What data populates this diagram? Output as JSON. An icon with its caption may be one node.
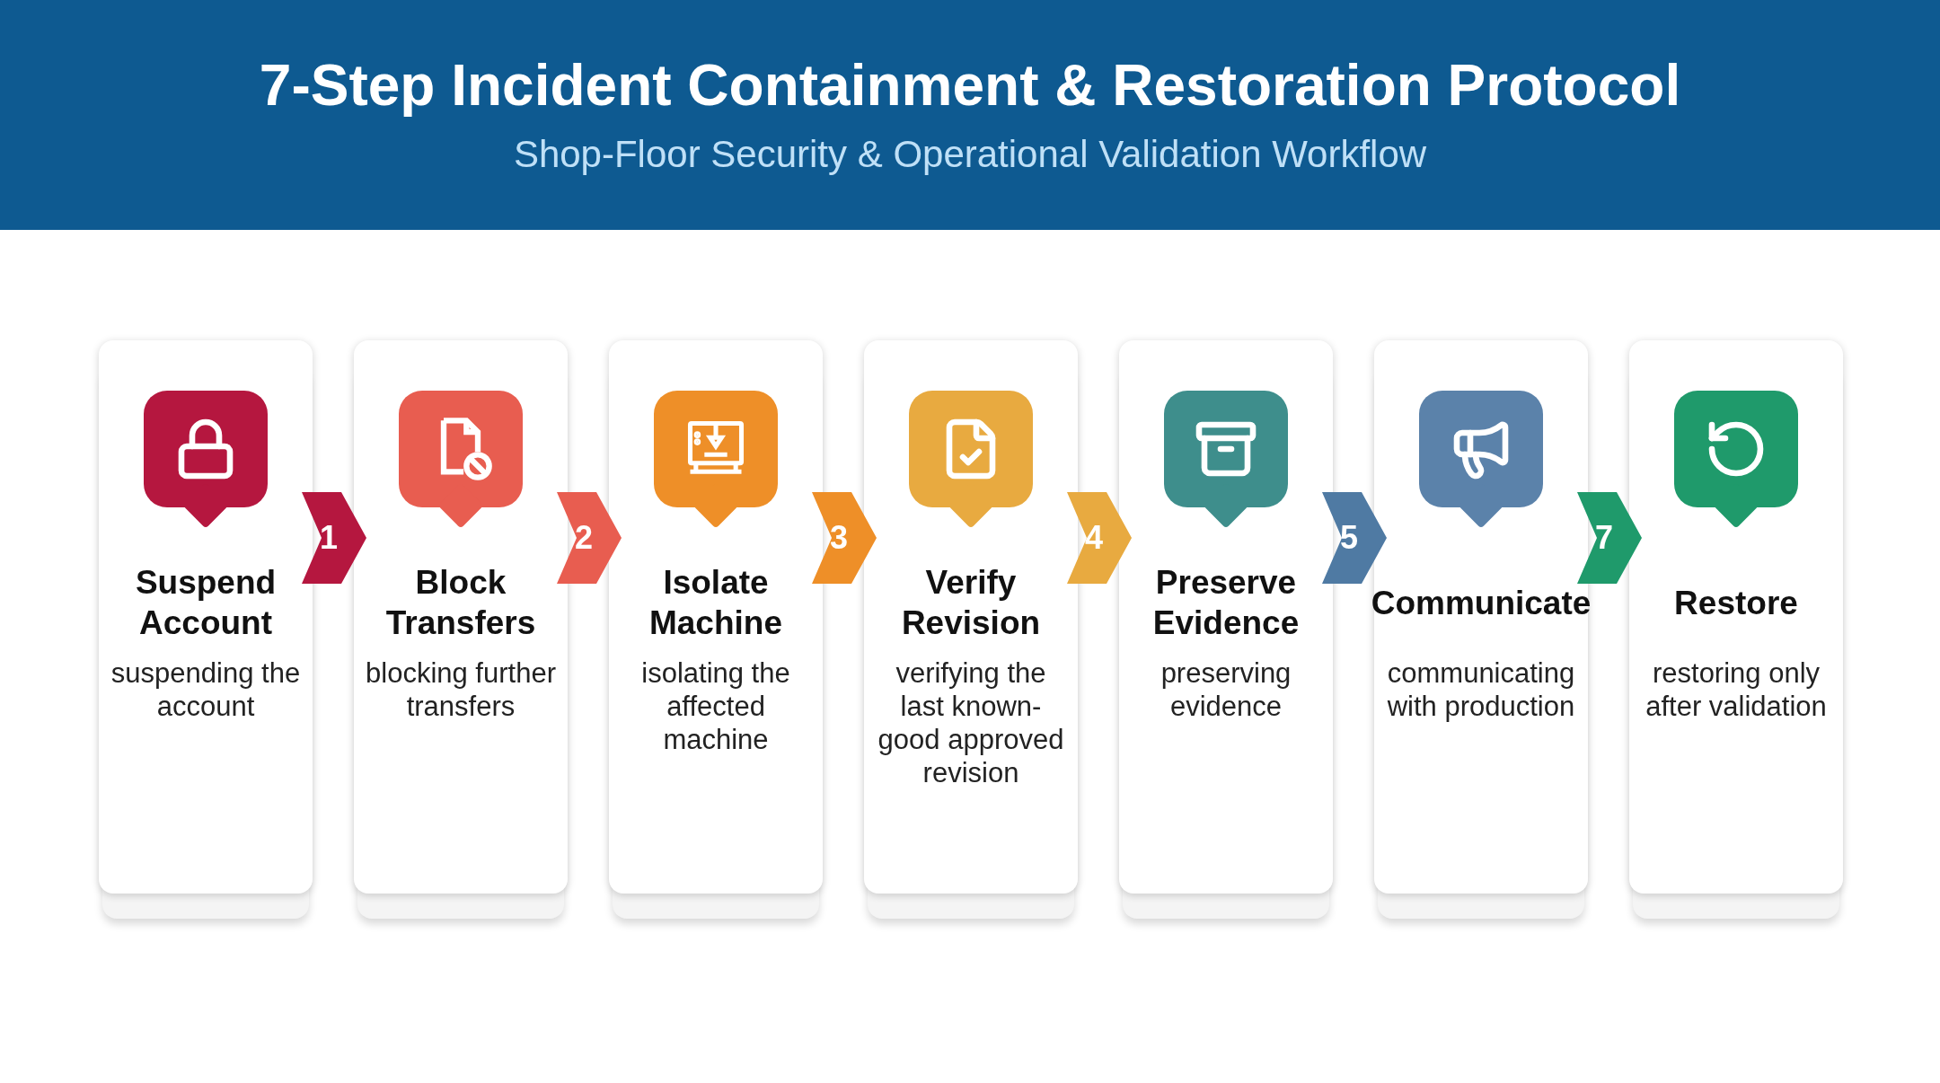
{
  "diagram": {
    "title": "7-Step Incident Containment & Restoration Protocol",
    "caption": "Shop-Floor Security & Operational Validation Workflow",
    "nodes": [
      {
        "text": [
          "Suspend Account",
          "suspending the account"
        ]
      },
      {
        "text": [
          "Block Transfers",
          "blocking further transfers"
        ]
      },
      {
        "text": [
          "Isolate Machine",
          "isolating the affected machine"
        ]
      },
      {
        "text": [
          "Verify Revision",
          "verifying the last known-good approved revision"
        ]
      },
      {
        "text": [
          "Preserve Evidence",
          "preserving evidence"
        ]
      },
      {
        "text": [
          "Communicate",
          "communicating with production"
        ]
      },
      {
        "text": [
          "Restore",
          "restoring only after validation"
        ]
      }
    ],
    "edges": [
      {
        "from": 0,
        "to": 1,
        "arrow": "to",
        "label": "1",
        "style": "thick",
        "color": "#b5173f"
      },
      {
        "from": 1,
        "to": 2,
        "arrow": "to",
        "label": "2",
        "style": "thick",
        "color": "#e85d50"
      },
      {
        "from": 2,
        "to": 3,
        "arrow": "to",
        "label": "3",
        "style": "thick",
        "color": "#ee8f28"
      },
      {
        "from": 3,
        "to": 4,
        "arrow": "to",
        "label": "4",
        "style": "thick",
        "color": "#e8aa40"
      },
      {
        "from": 4,
        "to": 5,
        "arrow": "to",
        "label": "5",
        "style": "thick",
        "color": "#4f7aa3"
      },
      {
        "from": 5,
        "to": 6,
        "arrow": "to",
        "label": "7",
        "style": "thick",
        "color": "#1f9a6b"
      }
    ]
  }
}
